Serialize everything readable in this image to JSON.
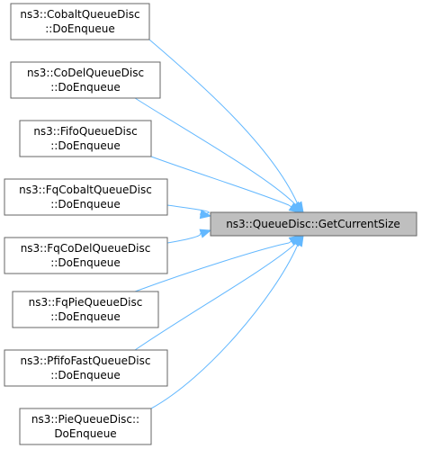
{
  "target": {
    "label": "ns3::QueueDisc::GetCurrentSize"
  },
  "callers": [
    {
      "line1": "ns3::CobaltQueueDisc",
      "line2": "::DoEnqueue"
    },
    {
      "line1": "ns3::CoDelQueueDisc",
      "line2": "::DoEnqueue"
    },
    {
      "line1": "ns3::FifoQueueDisc",
      "line2": "::DoEnqueue"
    },
    {
      "line1": "ns3::FqCobaltQueueDisc",
      "line2": "::DoEnqueue"
    },
    {
      "line1": "ns3::FqCoDelQueueDisc",
      "line2": "::DoEnqueue"
    },
    {
      "line1": "ns3::FqPieQueueDisc",
      "line2": "::DoEnqueue"
    },
    {
      "line1": "ns3::PfifoFastQueueDisc",
      "line2": "::DoEnqueue"
    },
    {
      "line1": "ns3::PieQueueDisc::",
      "line2": "DoEnqueue"
    }
  ],
  "colors": {
    "edge": "#63b8ff",
    "target_fill": "#bfbfbf",
    "node_border": "#666666"
  }
}
